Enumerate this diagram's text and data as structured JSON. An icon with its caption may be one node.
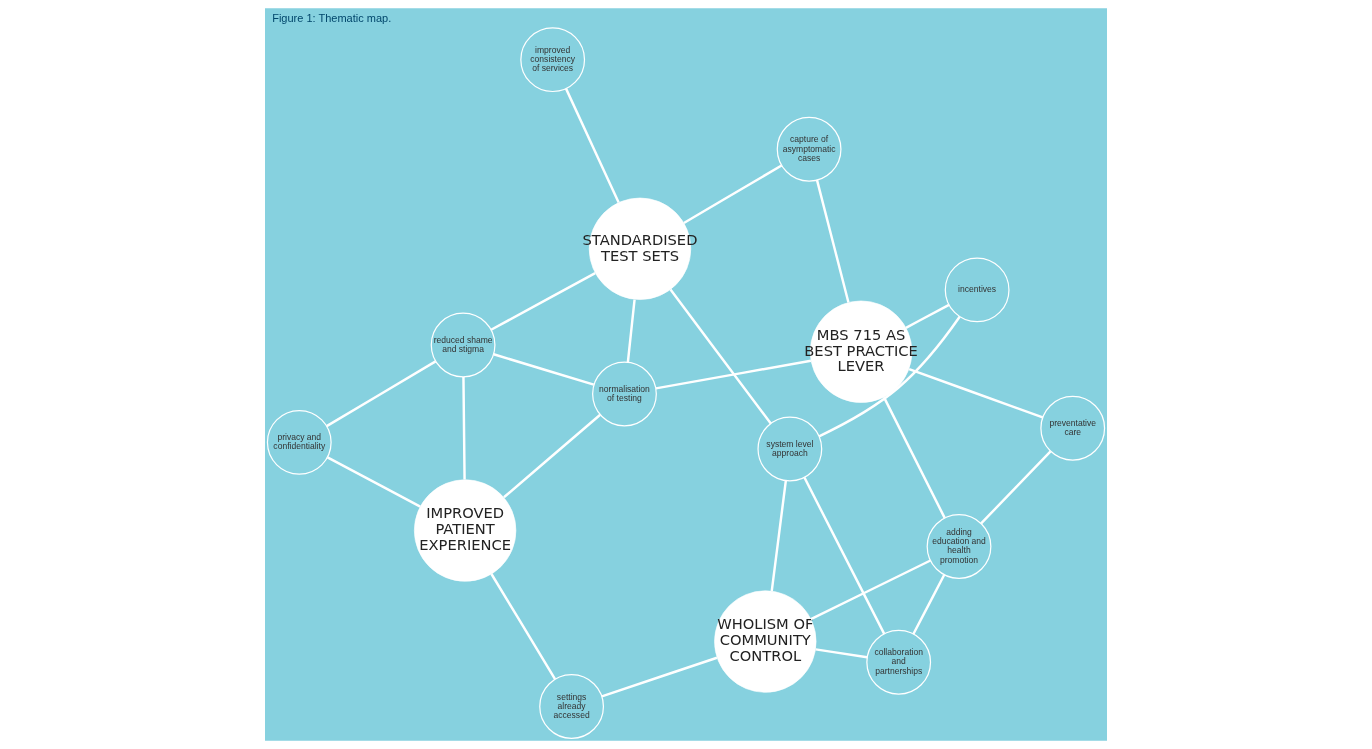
{
  "diagram": {
    "title": "Figure 1: Thematic map.",
    "nodes": [
      {
        "text": [
          "IMPROVED PATIENT EXPERIENCE"
        ]
      },
      {
        "text": [
          "privacy and confidentiality"
        ]
      },
      {
        "text": [
          "settings already accessed"
        ]
      },
      {
        "text": [
          "MBS 715 AS BEST PRACTICE LEVER"
        ]
      },
      {
        "text": [
          "preventative care"
        ]
      },
      {
        "text": [
          "reduced shame and stigma"
        ]
      },
      {
        "text": [
          "normalisation of testing"
        ]
      },
      {
        "text": [
          "adding education and health promotion"
        ]
      },
      {
        "text": [
          "capture of asymptomatic cases"
        ]
      },
      {
        "text": [
          "incentives"
        ]
      },
      {
        "text": [
          "collaboration and partnerships"
        ]
      },
      {
        "text": [
          "improved consistency of services"
        ]
      },
      {
        "text": [
          "STANDARDISED TEST SETS"
        ]
      },
      {
        "text": [
          "system level approach"
        ]
      },
      {
        "text": [
          "WHOLISM OF COMMUNITY CONTROL"
        ]
      }
    ],
    "edges": [
      {
        "from": 0,
        "to": 2,
        "arrow": "none"
      },
      {
        "from": 0,
        "to": 1,
        "arrow": "none"
      },
      {
        "from": 0,
        "to": 5,
        "arrow": "none"
      },
      {
        "from": 0,
        "to": 6,
        "arrow": "none"
      },
      {
        "from": 1,
        "to": 5,
        "arrow": "none"
      },
      {
        "from": 5,
        "to": 6,
        "arrow": "none"
      },
      {
        "from": 5,
        "to": 12,
        "arrow": "none"
      },
      {
        "from": 6,
        "to": 12,
        "arrow": "none"
      },
      {
        "from": 6,
        "to": 3,
        "arrow": "none"
      },
      {
        "from": 3,
        "to": 4,
        "arrow": "none"
      },
      {
        "from": 3,
        "to": 7,
        "arrow": "none"
      },
      {
        "from": 3,
        "to": 8,
        "arrow": "none"
      },
      {
        "from": 3,
        "to": 9,
        "arrow": "none"
      },
      {
        "from": 4,
        "to": 7,
        "arrow": "none"
      },
      {
        "from": 7,
        "to": 10,
        "arrow": "none"
      },
      {
        "from": 7,
        "to": 14,
        "arrow": "none"
      },
      {
        "from": 2,
        "to": 14,
        "arrow": "none"
      },
      {
        "from": 8,
        "to": 12,
        "arrow": "none"
      },
      {
        "from": 11,
        "to": 12,
        "arrow": "none"
      },
      {
        "from": 12,
        "to": 13,
        "arrow": "none"
      },
      {
        "from": 9,
        "to": 13,
        "arrow": "none"
      },
      {
        "from": 13,
        "to": 10,
        "arrow": "none"
      },
      {
        "from": 10,
        "to": 14,
        "arrow": "none"
      },
      {
        "from": 13,
        "to": 14,
        "arrow": "none"
      }
    ]
  }
}
